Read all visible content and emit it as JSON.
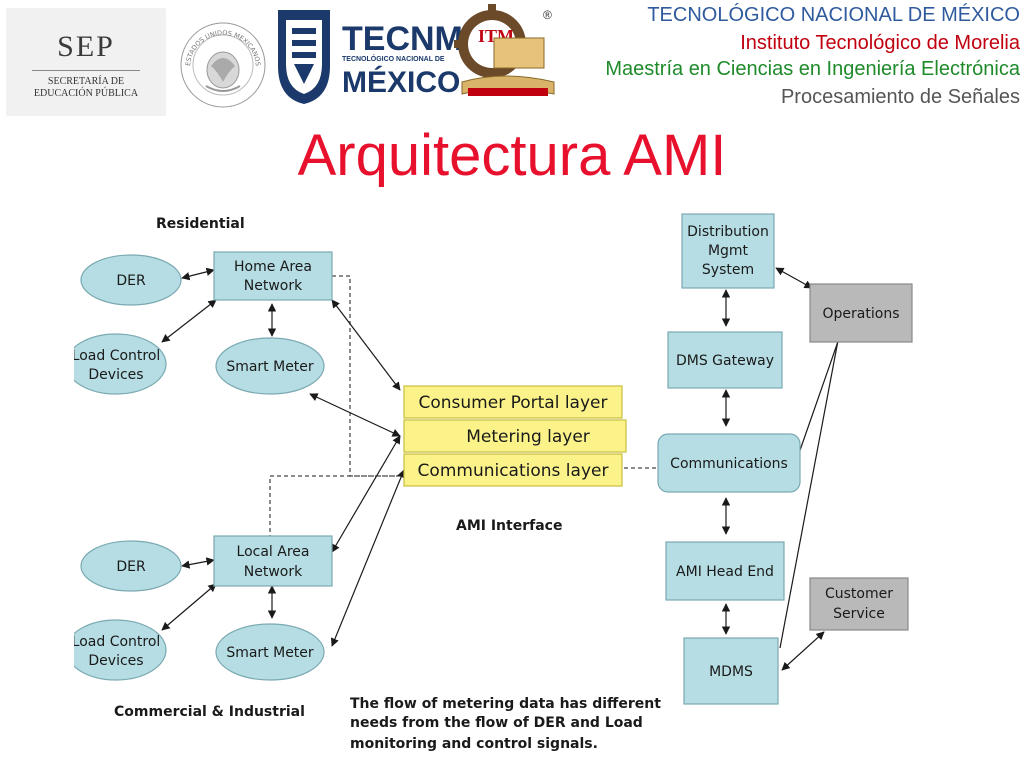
{
  "header": {
    "sep": {
      "name": "SEP",
      "line1": "SECRETARÍA DE",
      "line2": "EDUCACIÓN PÚBLICA"
    },
    "seal_text": "ESTADOS UNIDOS MEXICANOS",
    "tecnm": {
      "name": "TECNM",
      "sub": "TECNOLÓGICO NACIONAL DE",
      "country": "MÉXICO"
    },
    "itm_mark": "®",
    "lines": [
      "TECNOLÓGICO NACIONAL DE MÉXICO",
      "Instituto Tecnológico de Morelia",
      "Maestría en Ciencias en Ingeniería Electrónica",
      "Procesamiento de Señales"
    ],
    "colors": {
      "blue": "#2f5b9e",
      "red": "#c0000f",
      "green": "#1f8a2a",
      "gray": "#555555"
    }
  },
  "title": "Arquitectura AMI",
  "diagram": {
    "residential_label": "Residential",
    "commercial_label": "Commercial & Industrial",
    "ami_interface_label": "AMI Interface",
    "note": [
      "The flow of metering data has different",
      "needs from the flow of DER and Load",
      "monitoring and control signals."
    ],
    "res": {
      "der": "DER",
      "load_control": [
        "Load Control",
        "Devices"
      ],
      "han": [
        "Home Area",
        "Network"
      ],
      "smart_meter": "Smart Meter"
    },
    "ci": {
      "der": "DER",
      "load_control": [
        "Load Control",
        "Devices"
      ],
      "lan": [
        "Local Area",
        "Network"
      ],
      "smart_meter": "Smart Meter"
    },
    "layers": [
      "Consumer Portal layer",
      "Metering layer",
      "Communications layer"
    ],
    "utility": {
      "dms": [
        "Distribution",
        "Mgmt",
        "System"
      ],
      "dms_gateway": "DMS Gateway",
      "communications": "Communications",
      "head_end": "AMI Head End",
      "mdms": "MDMS",
      "operations": "Operations",
      "customer_service": [
        "Customer",
        "Service"
      ]
    },
    "colors": {
      "node_fill": "#b5dde3",
      "node_stroke": "#7aa9b2",
      "layer_fill": "#fbf38a",
      "layer_stroke": "#c9bf3d",
      "gray_fill": "#b9b9b9",
      "gray_stroke": "#888888"
    }
  }
}
